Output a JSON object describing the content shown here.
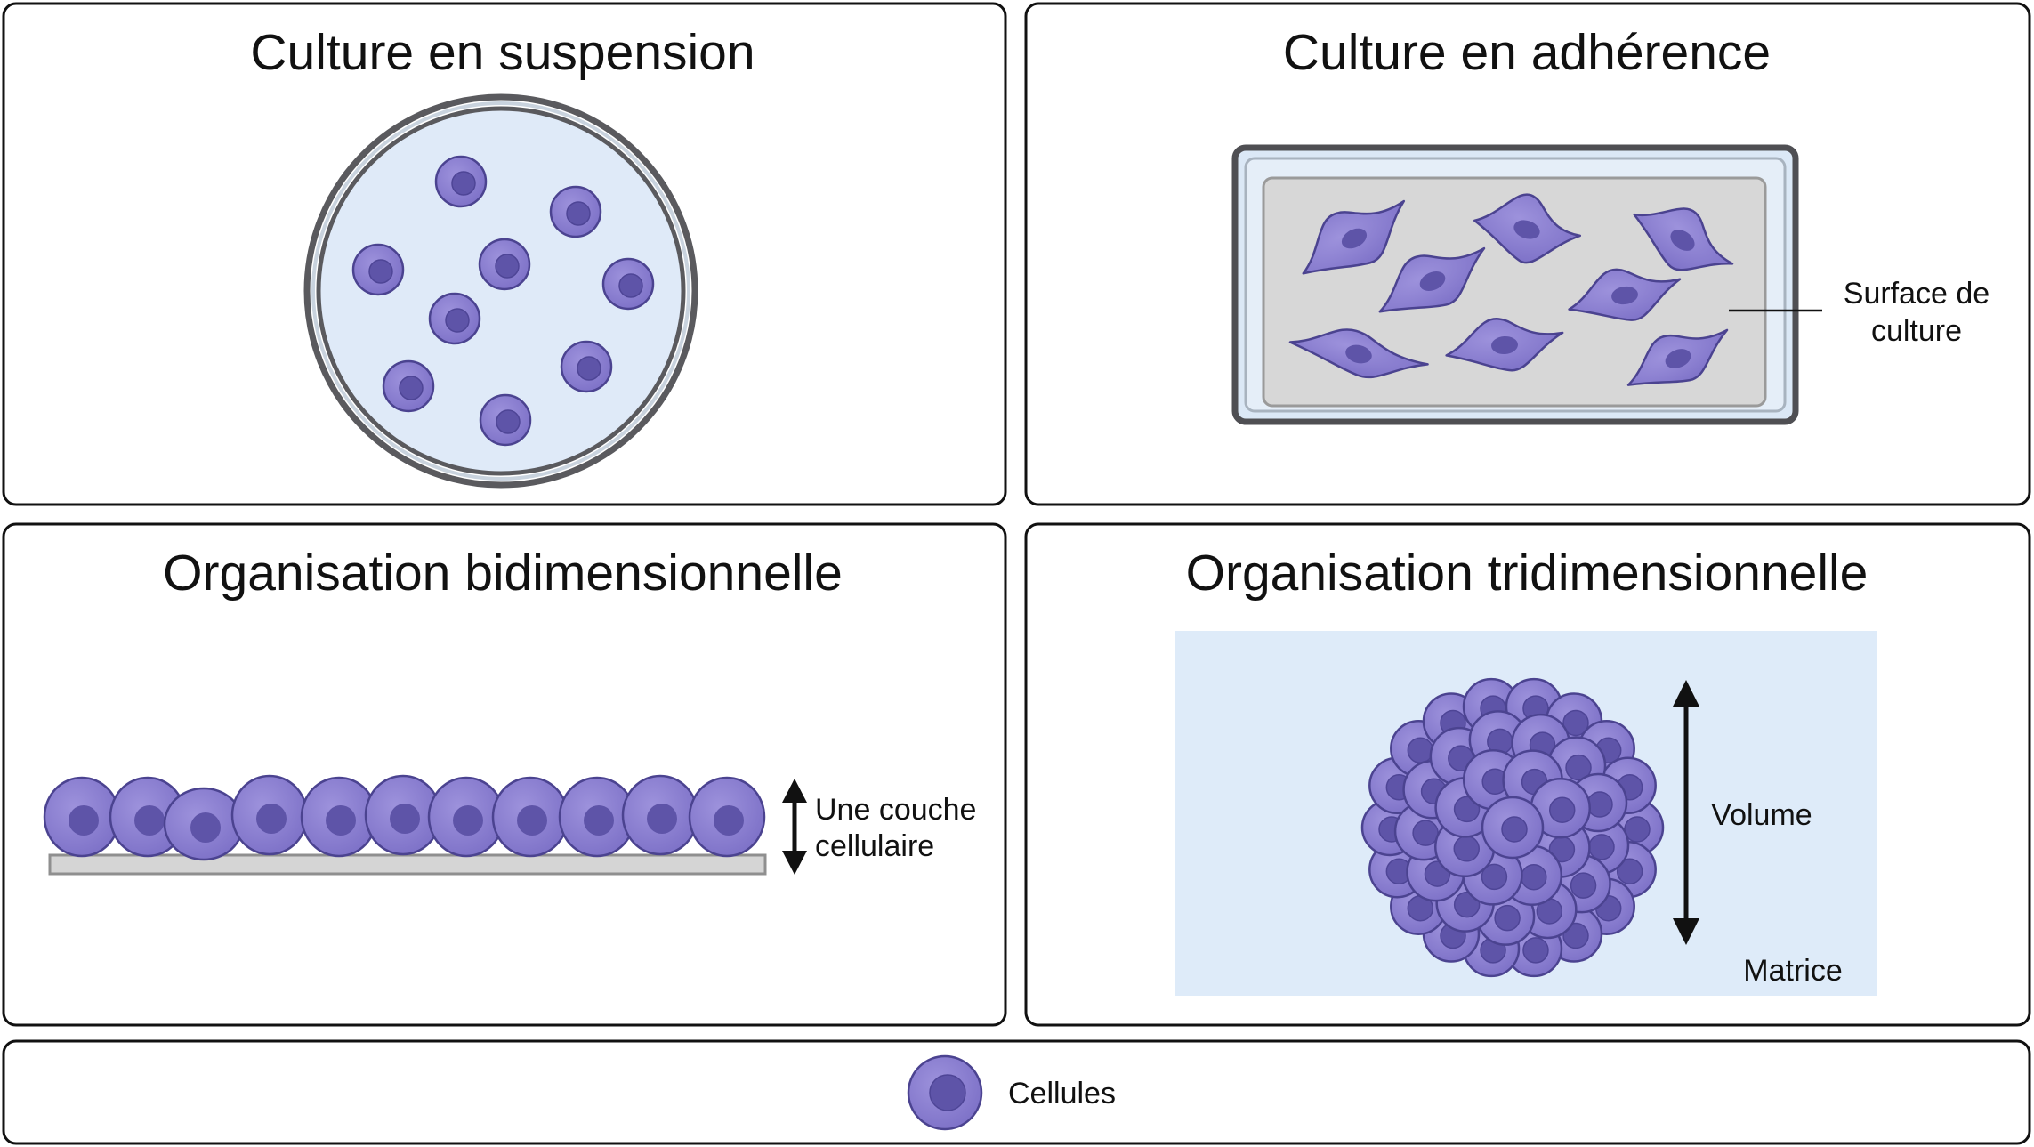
{
  "panels": {
    "suspension": {
      "title": "Culture en suspension"
    },
    "adherence": {
      "title": "Culture en adhérence",
      "surface_label_line1": "Surface de",
      "surface_label_line2": "culture"
    },
    "bidimensional": {
      "title": "Organisation bidimensionnelle",
      "layer_label_line1": "Une couche",
      "layer_label_line2": "cellulaire"
    },
    "tridimensional": {
      "title": "Organisation tridimensionnelle",
      "volume_label": "Volume",
      "matrix_label": "Matrice"
    }
  },
  "legend": {
    "cell_label": "Cellules"
  },
  "colors": {
    "cell_fill": "#8b7fd0",
    "cell_nucleus": "#5e54a8",
    "cell_stroke": "#4b4390",
    "dish_fill": "#e1ecf9",
    "flask_surface": "#d8d8d8",
    "matrix_fill": "#deebf9",
    "panel_border": "#111111"
  }
}
